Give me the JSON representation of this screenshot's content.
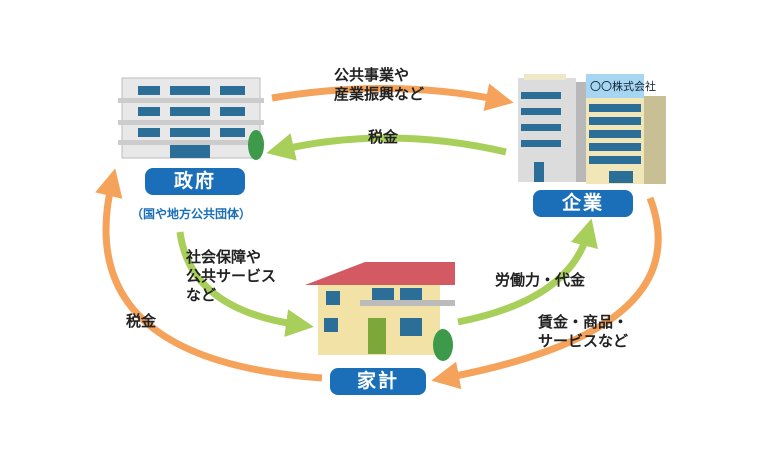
{
  "nodes": {
    "government": {
      "label": "政府",
      "sublabel": "（国や地方公共団体）"
    },
    "company": {
      "label": "企業",
      "sign": "〇〇株式会社"
    },
    "household": {
      "label": "家計"
    }
  },
  "flows": {
    "gov_to_company": "公共事業や\n産業振興など",
    "company_to_gov": "税金",
    "gov_to_household": "社会保障や\n公共サービス\nなど",
    "household_to_company": "労働力・代金",
    "company_to_household": "賃金・商品・\nサービスなど",
    "household_to_gov": "税金"
  },
  "colors": {
    "label_blue": "#1a6fb8",
    "orange_arrow": "#f5a25a",
    "green_arrow": "#a9cf5b"
  }
}
